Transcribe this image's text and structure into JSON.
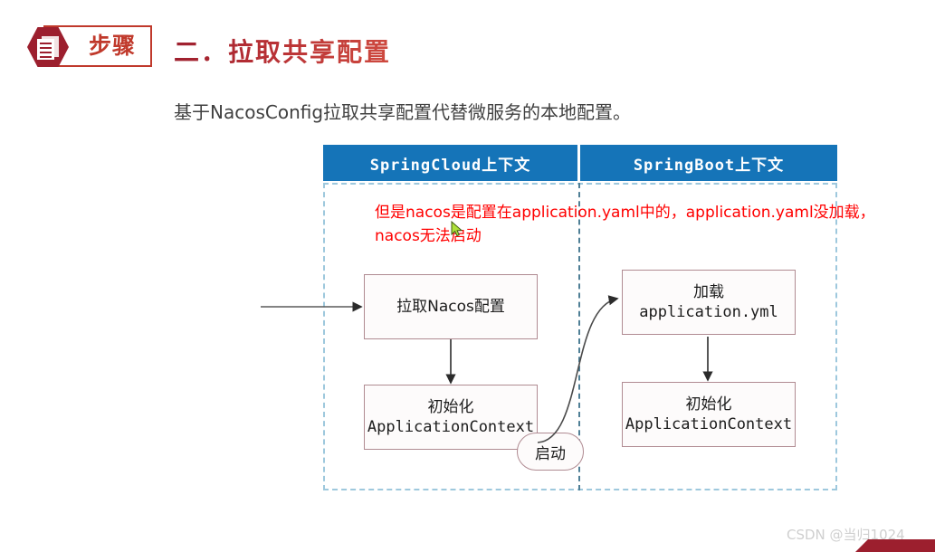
{
  "badge": {
    "label": "步骤",
    "icon": "document-list-icon"
  },
  "header": {
    "section_title": "二．拉取共享配置",
    "subtitle": "基于NacosConfig拉取共享配置代替微服务的本地配置。",
    "title_color": "#b8312f"
  },
  "diagram": {
    "columns": [
      {
        "id": "springcloud",
        "header": "SpringCloud上下文"
      },
      {
        "id": "springboot",
        "header": "SpringBoot上下文"
      }
    ],
    "header_color": "#1574b8",
    "zone_border_color": "#9ec8dd",
    "node_border_color": "#b08b92",
    "nodes": {
      "start": {
        "label": "启动"
      },
      "pull_nacos": {
        "line1": "拉取Nacos配置"
      },
      "init_left": {
        "line1": "初始化",
        "line2": "ApplicationContext"
      },
      "load_yml": {
        "line1": "加载",
        "line2": "application.yml"
      },
      "init_right": {
        "line1": "初始化",
        "line2": "ApplicationContext"
      }
    },
    "annotation": {
      "line1": "但是nacos是配置在application.yaml中的，application.yaml没加载，",
      "line2": "nacos无法启动",
      "color": "#ff0000"
    }
  },
  "footer": {
    "watermark": "CSDN @当归1024",
    "accent_color": "#9c1f2e"
  }
}
